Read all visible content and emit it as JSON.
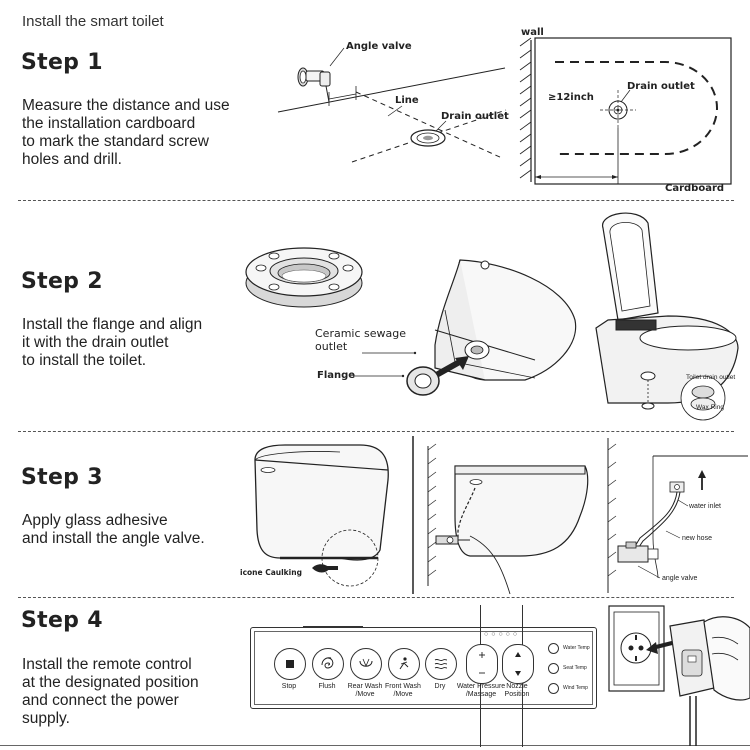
{
  "page_title": "Install the smart toilet",
  "steps": [
    {
      "title": "Step 1",
      "desc": "Measure the distance and use\nthe installation cardboard\nto mark the standard screw\nholes and drill."
    },
    {
      "title": "Step 2",
      "desc": "Install the flange and align\nit with the drain outlet\nto install the toilet."
    },
    {
      "title": "Step 3",
      "desc": "Apply glass adhesive\nand install the angle valve."
    },
    {
      "title": "Step 4",
      "desc": "Install the remote control\nat the designated position\nand connect the power\nsupply."
    }
  ],
  "step1": {
    "angle_valve": "Angle valve",
    "line": "Line",
    "drain_outlet": "Drain outlet",
    "wall": "wall",
    "distance": "≥12inch",
    "drain_outlet_2": "Drain outlet",
    "cardboard": "Cardboard"
  },
  "step2": {
    "ceramic_sewage_outlet": "Ceramic sewage\noutlet",
    "flange": "Flange",
    "toilet_drain_outlet": "Toilet drain outlet",
    "wax_ring": "Wax Ring"
  },
  "step3": {
    "silicone_caulking": "icone Caulking",
    "water_inlet": "water inlet",
    "new_hose": "new hose",
    "angle_valve": "angle valve"
  },
  "step4": {
    "buttons": [
      {
        "label": "Stop",
        "icon": "stop-icon"
      },
      {
        "label": "Flush",
        "icon": "swirl-icon"
      },
      {
        "label": "Rear Wash\n/Move",
        "icon": "rear-wash-icon"
      },
      {
        "label": "Front Wash\n/Move",
        "icon": "front-wash-icon"
      },
      {
        "label": "Dry",
        "icon": "dry-icon"
      },
      {
        "label": "Water Pressure\n/Massage",
        "icon": "plus-minus-icon"
      },
      {
        "label": "Nozzle\nPosition",
        "icon": "up-down-icon"
      }
    ],
    "side_labels": [
      "Water Temp",
      "Seat Temp",
      "Wind Temp"
    ]
  }
}
